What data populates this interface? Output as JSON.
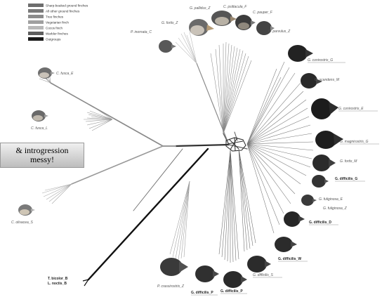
{
  "legend": [
    {
      "label": "Sharp-beaked ground finches",
      "color": "#6d6d6d"
    },
    {
      "label": "All other ground finches",
      "color": "#7a7a7a"
    },
    {
      "label": "Tree finches",
      "color": "#8c8c8c"
    },
    {
      "label": "Vegetarian finch",
      "color": "#a0a0a0"
    },
    {
      "label": "Cocos finch",
      "color": "#b8b8b8"
    },
    {
      "label": "Warbler finches",
      "color": "#5e5e5e"
    },
    {
      "label": "Outgroups",
      "color": "#1a1a1a"
    }
  ],
  "callout": {
    "line1": "& introgression",
    "line2": "messy!"
  },
  "species": [
    {
      "label": "G. pallidus_Z"
    },
    {
      "label": "C. psittacula_F"
    },
    {
      "label": "C. pauper_F"
    },
    {
      "label": "C. parvulus_Z"
    },
    {
      "label": "P. inornata_C"
    },
    {
      "label": "G. fortis_Z"
    },
    {
      "label": "G. conirostris_G"
    },
    {
      "label": "G. scandens_M"
    },
    {
      "label": "G. conirostris_E"
    },
    {
      "label": "C. fusca_E"
    },
    {
      "label": "G. magnirostris_G"
    },
    {
      "label": "G. fortis_M"
    },
    {
      "label": "G. difficilis_G"
    },
    {
      "label": "C. fusca_L"
    },
    {
      "label": "G. fuliginosa_E"
    },
    {
      "label": "G. fuliginosa_Z"
    },
    {
      "label": "G. difficilis_D"
    },
    {
      "label": "C. olivacea_S"
    },
    {
      "label": "G. difficilis_W"
    },
    {
      "label": "G. difficilis_S"
    },
    {
      "label": "T. bicolor_B"
    },
    {
      "label": "L. noctis_B"
    },
    {
      "label": "P. crassirostris_Z"
    },
    {
      "label": "G. difficilis_P"
    },
    {
      "label": "G. difficilis_P"
    }
  ]
}
